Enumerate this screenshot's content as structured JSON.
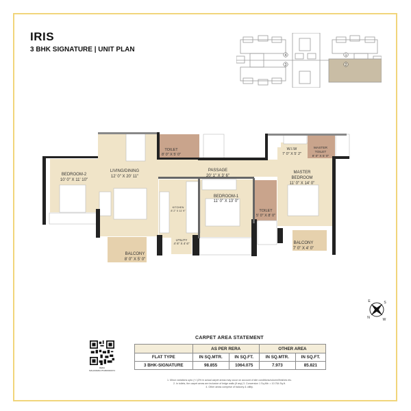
{
  "header": {
    "title": "IRIS",
    "subtitle": "3 BHK SIGNATURE | UNIT PLAN"
  },
  "key_plan": {
    "unit_markers": [
      "1",
      "2",
      "3",
      "4"
    ],
    "highlighted_unit": "2",
    "highlight_color": "#c9bda5"
  },
  "rooms": {
    "bedroom2": {
      "name": "BEDROOM-2",
      "size": "10' 0\" X 11' 10\""
    },
    "living": {
      "name": "LIVING/DINING",
      "size": "12' 0\" X 20' 11\""
    },
    "toilet1": {
      "name": "TOILET",
      "size": "8' 0\" X 5' 0\""
    },
    "passage": {
      "name": "PASSAGE",
      "size": "20' 1\" X 3' 6\""
    },
    "kitchen": {
      "name": "KITCHEN",
      "size": "8' 2\" X 11' 9\""
    },
    "utility": {
      "name": "UTILITY",
      "size": "4' 6\" X 4' 6\""
    },
    "bedroom1": {
      "name": "BEDROOM-1",
      "size": "11' 0\" X 13' 0\""
    },
    "toilet2": {
      "name": "TOILET",
      "size": "5' 0\" X 8' 0\""
    },
    "wiw": {
      "name": "W.I.W",
      "size": "7' 0\" X 5' 2\""
    },
    "master_toilet": {
      "name1": "MASTER",
      "name2": "TOILET",
      "size": "8' 0\" X 5' 0\""
    },
    "master_bedroom": {
      "name1": "MASTER",
      "name2": "BEDROOM",
      "size": "11' 0\" X 14' 0\""
    },
    "balcony1": {
      "name": "BALCONY",
      "size": "8' 0\" X 5' 0\""
    },
    "balcony2": {
      "name": "BALCONY",
      "size": "7' 0\" X 4' 0\""
    }
  },
  "compass": {
    "labels": [
      "E",
      "S",
      "N",
      "W"
    ]
  },
  "qr": {
    "caption_line1": "RERA",
    "caption_line2": "MAHARERA P51800000074"
  },
  "carpet_area": {
    "title": "CARPET AREA STATEMENT",
    "group_headers": [
      "AS PER RERA",
      "OTHER AREA"
    ],
    "columns": [
      "FLAT TYPE",
      "IN SQ.MTR.",
      "IN SQ.FT.",
      "IN SQ.MTR.",
      "IN SQ.FT."
    ],
    "rows": [
      [
        "3 BHK-SIGNATURE",
        "98.855",
        "1064.075",
        "7.973",
        "85.821"
      ]
    ]
  },
  "notes": [
    "1. Minor variations upto (+/-)3% in actual carpet areas may occur on account of site conditions/column/finishes etc.",
    "2. In toilets, the carpet areas are inclusive of ledge walls (if any) 3. Conversion 1 Sq.Mtr. = 10.764 Sq.ft.",
    "4. Other areas comprise of balcony & utility."
  ],
  "colors": {
    "frame": "#f1d57a",
    "floor": "#f0e4c8",
    "toilet": "#c9a48c",
    "wall": "#222222",
    "table_header": "#f4edd9"
  }
}
